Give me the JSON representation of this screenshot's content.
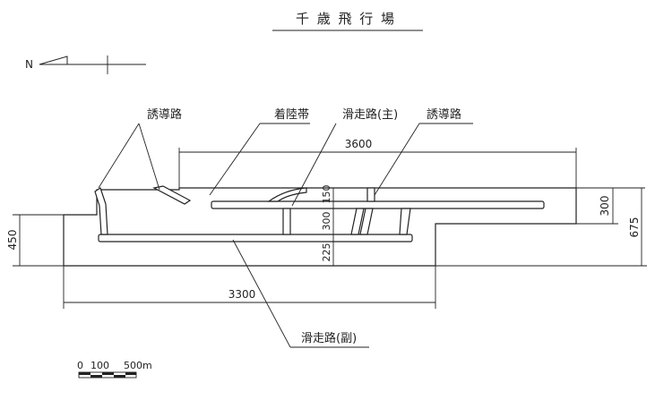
{
  "title": "千 歳 飛 行 場",
  "labels": {
    "taxiway_left": "誘導路",
    "landing_strip": "着陸帯",
    "runway_main": "滑走路(主)",
    "taxiway_right": "誘導路",
    "runway_sub": "滑走路(副)"
  },
  "dimensions": {
    "length_top": "3600",
    "length_bottom": "3300",
    "width_left": "450",
    "width_right_inner": "300",
    "width_right_outer": "675",
    "strip_150": "150",
    "strip_300": "300",
    "strip_225": "225"
  },
  "north_symbol": "N",
  "scale": {
    "zero": "0",
    "hundred": "100",
    "five_hundred": "500m"
  }
}
